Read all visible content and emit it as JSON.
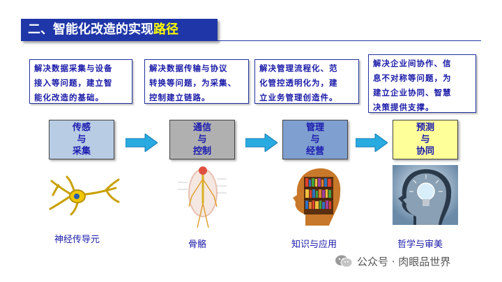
{
  "header": {
    "title_main": "二、智能化改造的实现",
    "title_highlight": "路径"
  },
  "descriptions": [
    {
      "lines": [
        "解决数据采集与设备",
        "接入等问题，建立智",
        "能化改造的基础。"
      ]
    },
    {
      "lines": [
        "解决数据传输与协议",
        "转换等问题，为采集、",
        "控制建立链路。"
      ]
    },
    {
      "lines": [
        "解决管理流程化、范",
        "化管控透明化为，建",
        "立业务管理创造件。"
      ]
    },
    {
      "lines": [
        "解决企业间协作、信",
        "息不对称等问题，为",
        "建立企业协同、智慧",
        "决策提供支撑。"
      ]
    }
  ],
  "stages": [
    {
      "lines": [
        "传感",
        "与",
        "采集"
      ],
      "color": "#b8cce4"
    },
    {
      "lines": [
        "通信",
        "与",
        "控制"
      ],
      "color": "#b0b0b0"
    },
    {
      "lines": [
        "管理",
        "与",
        "经营"
      ],
      "color": "#7f9fd0"
    },
    {
      "lines": [
        "预测",
        "与",
        "协同"
      ],
      "color": "#ffff99"
    }
  ],
  "captions": [
    "神经传导元",
    "骨骼",
    "知识与应用",
    "哲学与审美"
  ],
  "icons": [
    "neuron-icon",
    "skeleton-icon",
    "bookshelf-head-icon",
    "lightbulb-head-icon",
    "wechat-icon"
  ],
  "colors": {
    "title_bg": "#1f36a8",
    "highlight": "#ffff00",
    "text_blue": "#1a1aa8",
    "arrow": "#29aae1"
  },
  "watermark": {
    "text": "公众号 · 肉眼品世界"
  }
}
